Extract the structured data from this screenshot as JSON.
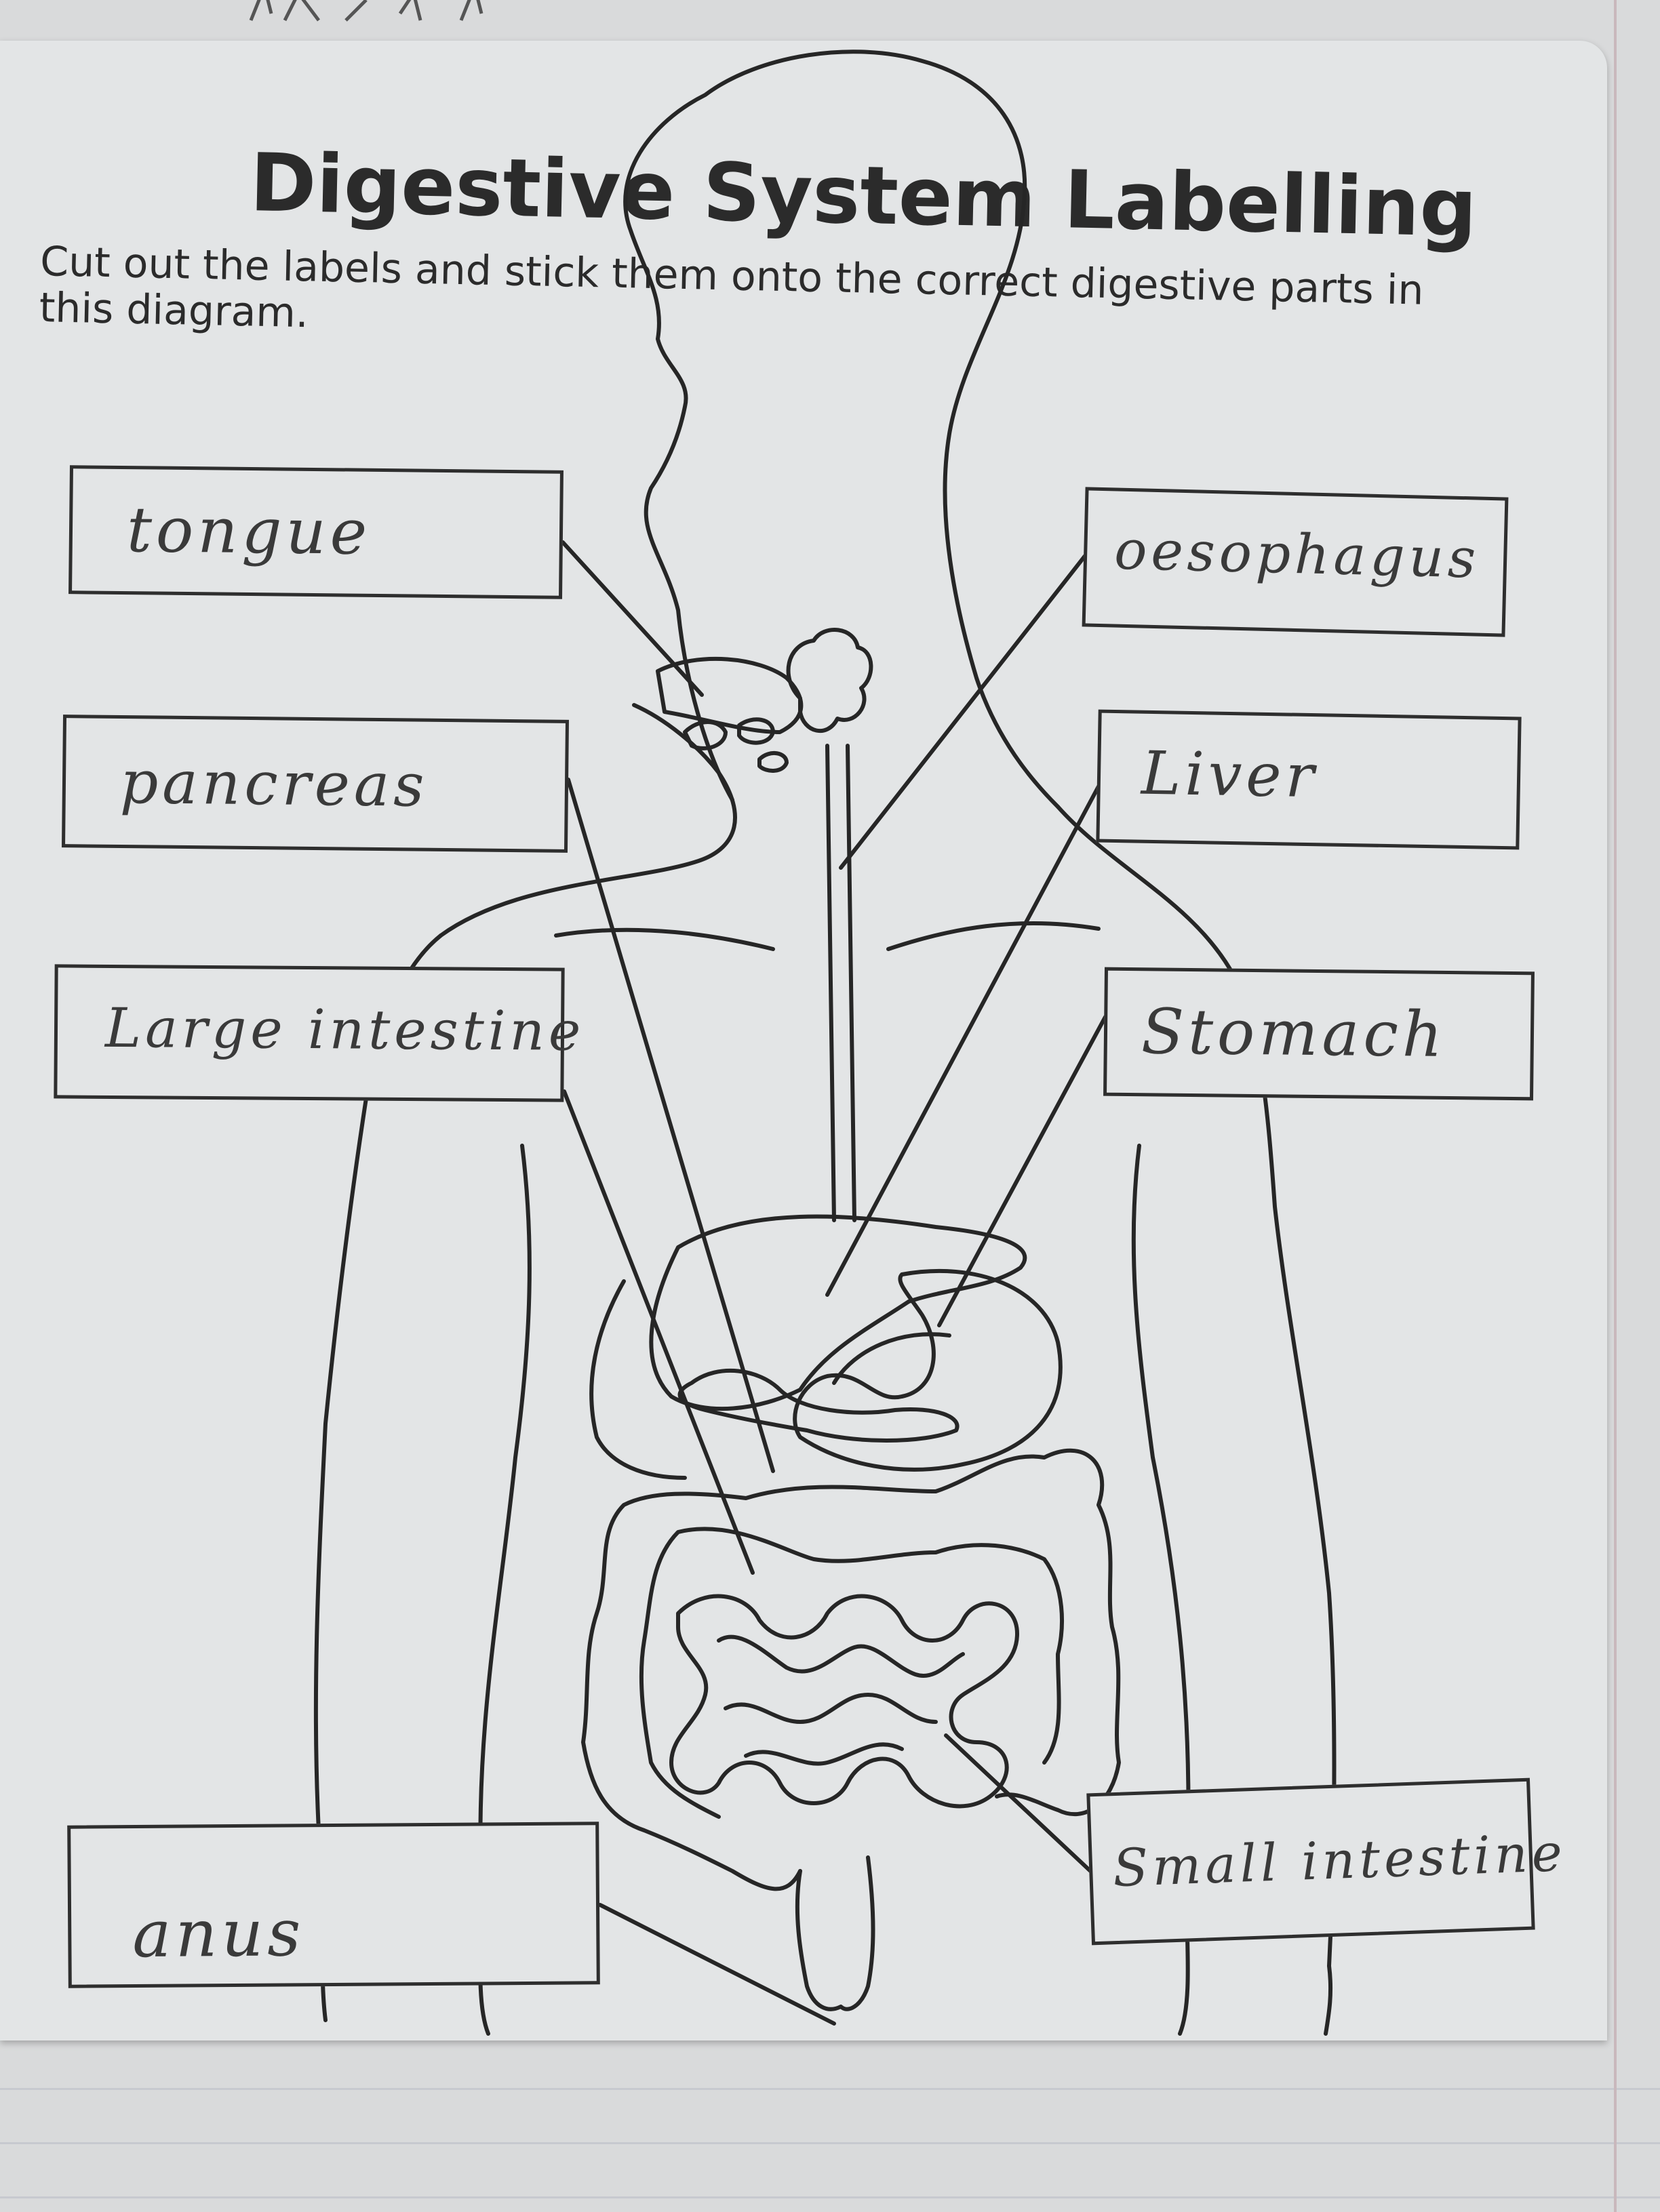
{
  "worksheet": {
    "title": "Digestive System Labelling",
    "instructions": {
      "line1": "Cut out the labels and stick them onto the correct digestive parts in",
      "line2": "this diagram."
    }
  },
  "labels": {
    "tongue": "tongue",
    "pancreas": "pancreas",
    "large_intestine": "Large intestine",
    "anus": "anus",
    "oesophagus": "oesophagus",
    "liver": "Liver",
    "stomach": "Stomach",
    "small_intestine": "Small intestine"
  },
  "colors": {
    "paper": "#e3e5e6",
    "ink": "#2b2b2b",
    "pencil": "#3a3a3a",
    "notebook": "#d9dadb"
  }
}
